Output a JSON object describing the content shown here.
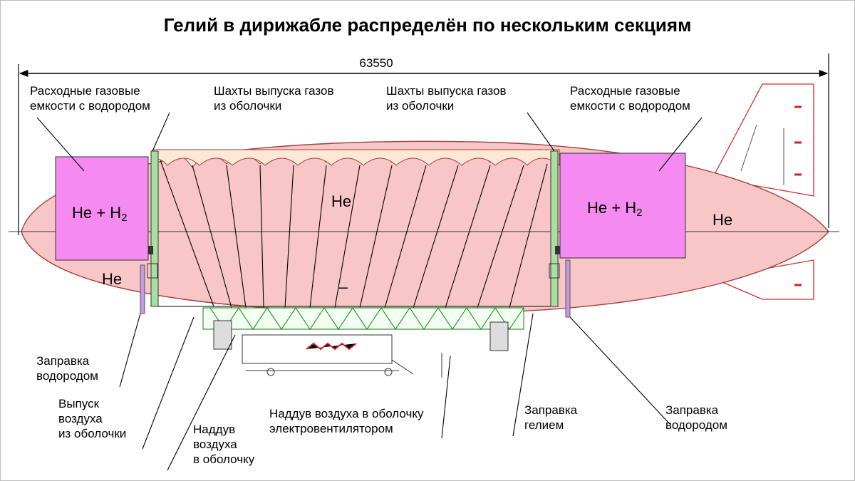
{
  "title": "Гелий в дирижабле распределён по нескольким секциям",
  "dimension": "63550",
  "labels": {
    "tanks_left": [
      "Расходные газовые",
      "емкости с водородом"
    ],
    "shafts_left": [
      "Шахты выпуска газов",
      "из оболочки"
    ],
    "shafts_right": [
      "Шахты выпуска газов",
      "из оболочки"
    ],
    "tanks_right": [
      "Расходные газовые",
      "емкости с водородом"
    ],
    "refuel_h2_left": [
      "Заправка",
      "водородом"
    ],
    "air_release": [
      "Выпуск",
      "воздуха",
      "из оболочки"
    ],
    "air_inflate": [
      "Наддув",
      "воздуха",
      "в оболочку"
    ],
    "fan_inflate": [
      "Наддув воздуха в оболочку",
      "электровентилятором"
    ],
    "refuel_he": [
      "Заправка",
      "гелием"
    ],
    "refuel_h2_right": [
      "Заправка",
      "водородом"
    ]
  },
  "gases": {
    "he": "He",
    "he_h2_main": "He + H",
    "h2_sub": "2",
    "dash": "–"
  },
  "colors": {
    "hull": "#f8c6c6",
    "mix_tank": "#f58bf0",
    "helium_cell": "#fde8d6",
    "green_shaft": "#a8e0a0",
    "red_fin": "#d22020"
  }
}
